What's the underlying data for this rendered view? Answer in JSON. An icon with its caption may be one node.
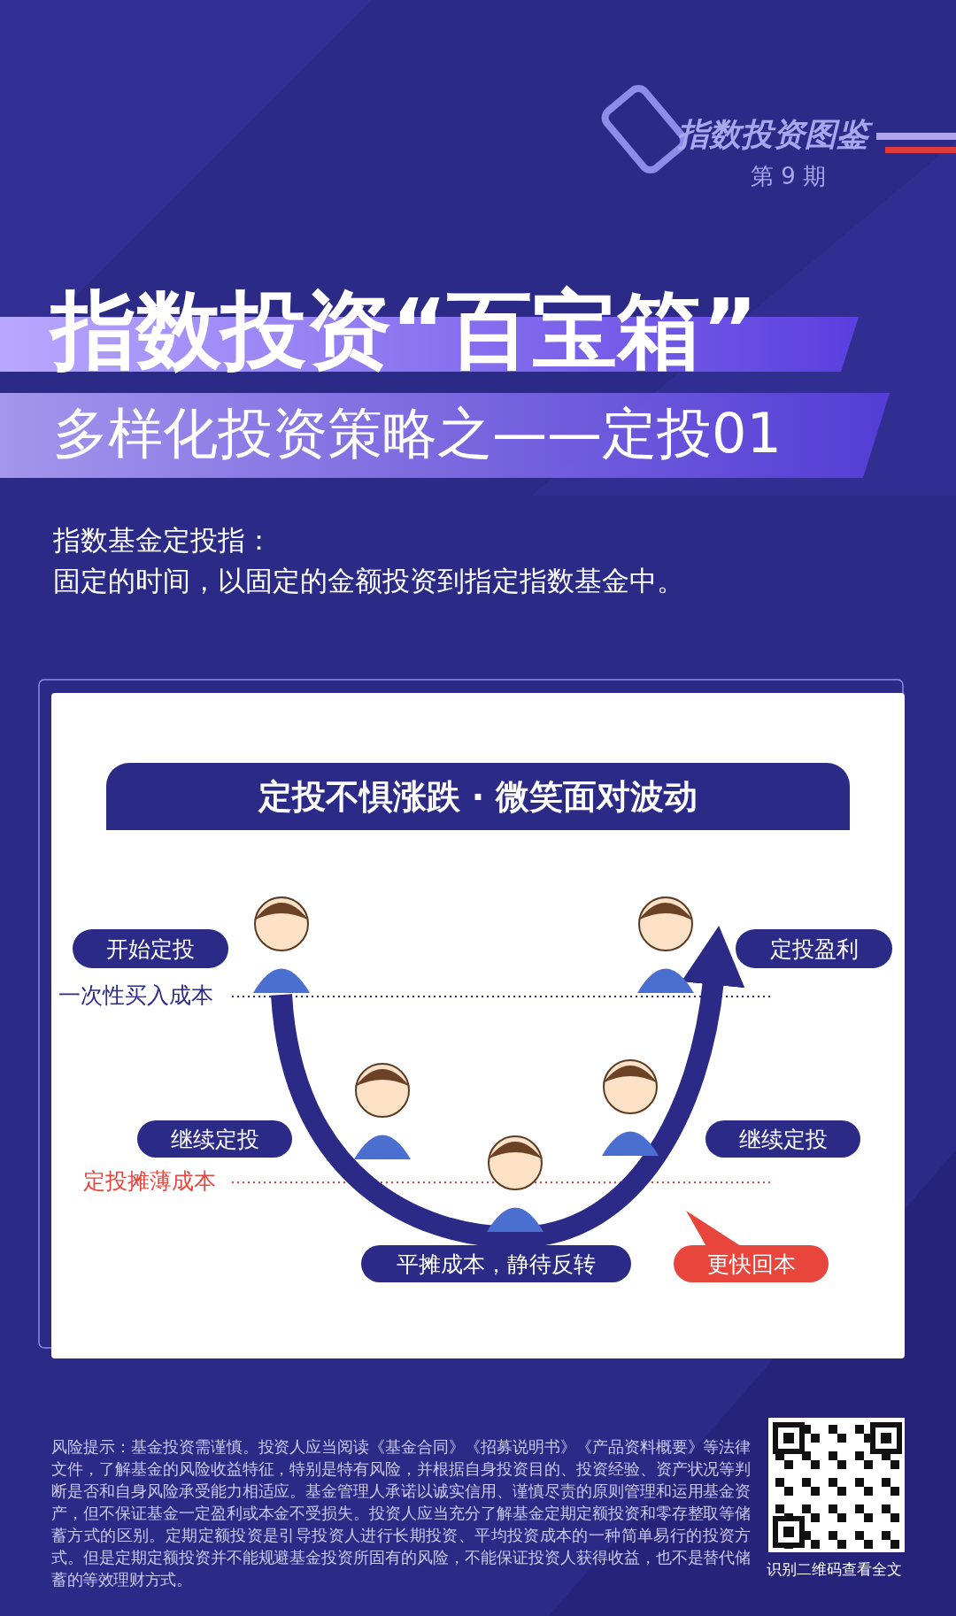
{
  "diagram": {
    "title": "指数投资“百宝箱”",
    "nodes": [
      {
        "text": [
          "定投不惧涨跌 · 微笑面对波动"
        ]
      },
      {
        "text": [
          "开始定投"
        ]
      },
      {
        "text": [
          "定投盈利"
        ]
      },
      {
        "text": [
          "继续定投"
        ]
      },
      {
        "text": [
          "继续定投"
        ]
      },
      {
        "text": [
          "平摊成本，静待反转"
        ]
      },
      {
        "text": [
          "更快回本"
        ]
      }
    ],
    "labels": [
      "指数投资图鉴",
      "第 9 期",
      "多样化投资策略之——定投01",
      "指数基金定投指：",
      "固定的时间，以固定的金额投资到指定指数基金中。",
      "一次性买入成本",
      "定投摊薄成本",
      "风险提示：基金投资需谨慎。投资人应当阅读《基金合同》《招募说明书》《产品资料概要》等法律文件，了解基金的风险收益特征，特别是特有风险，并根据自身投资目的、投资经验、资产状况等判断是否和自身风险承受能力相适应。基金管理人承诺以诚实信用、谨慎尽责的原则管理和运用基金资产，但不保证基金一定盈利或本金不受损失。投资人应当充分了解基金定期定额投资和零存整取等储蓄方式的区别。定期定额投资是引导投资人进行长期投资、平均投资成本的一种简单易行的投资方式。但是定期定额投资并不能规避基金投资所固有的风险，不能保证投资人获得收益，也不是替代储蓄的等效理财方式。",
      "识别二维码查看全文"
    ]
  }
}
